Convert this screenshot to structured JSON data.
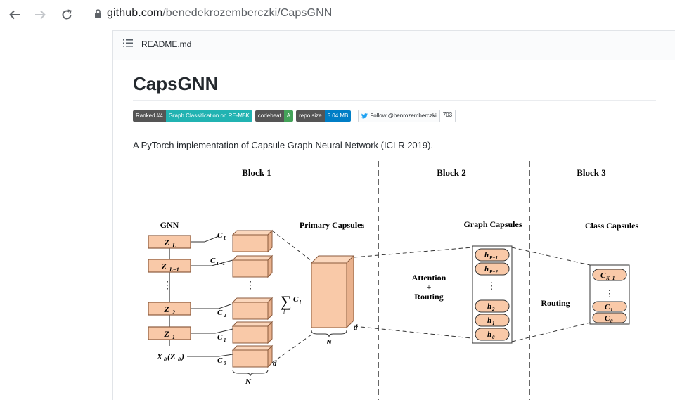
{
  "browser": {
    "url_host": "github.com",
    "url_path": "/benedekrozemberczki/CapsGNN"
  },
  "readme": {
    "filename": "README.md",
    "title": "CapsGNN",
    "badges": [
      {
        "left": "Ranked #4",
        "right": "Graph Classification on RE-M5K",
        "left_color": "#555555",
        "right_color": "#21b3b2"
      },
      {
        "left": "codebeat",
        "right": "A",
        "left_color": "#555555",
        "right_color": "#44a35a"
      },
      {
        "left": "repo size",
        "right": "5.04 MB",
        "left_color": "#555555",
        "right_color": "#007ec6"
      }
    ],
    "twitter": {
      "label": "Follow @benrozemberczki",
      "count": "703"
    },
    "description": {
      "pre": "A ",
      "link1": "PyTorch",
      "mid": " implementation of ",
      "link2": "Capsule Graph Neural Network",
      "post": " (ICLR 2019)."
    }
  },
  "figure": {
    "block1": "Block 1",
    "block2": "Block 2",
    "block3": "Block 3",
    "gnn": "GNN",
    "primary_caps": "Primary Capsules",
    "graph_caps": "Graph Capsules",
    "class_caps": "Class Capsules",
    "attention": "Attention",
    "plus": "+",
    "routing": "Routing",
    "routing2": "Routing",
    "z_labels": [
      "Z",
      "Z",
      "Z",
      "Z"
    ],
    "z_subs": [
      "L",
      "L−1",
      "2",
      "1"
    ],
    "x0": "X",
    "c_labels": [
      "C",
      "C",
      "C",
      "C",
      "C"
    ],
    "c_subs": [
      "L",
      "L−1",
      "2",
      "1",
      "0"
    ],
    "h_subs": [
      "P−1",
      "P−2",
      "2",
      "1",
      "0"
    ],
    "k_subs": [
      "K−1",
      "1",
      "0"
    ],
    "d": "d",
    "n": "N",
    "sum": "∑",
    "sum_sub": "l",
    "cl": "C",
    "cl_sub": "l",
    "dots": "⋮",
    "accent_fill": "#f9c9a8",
    "accent_stroke": "#8b5a3c"
  }
}
